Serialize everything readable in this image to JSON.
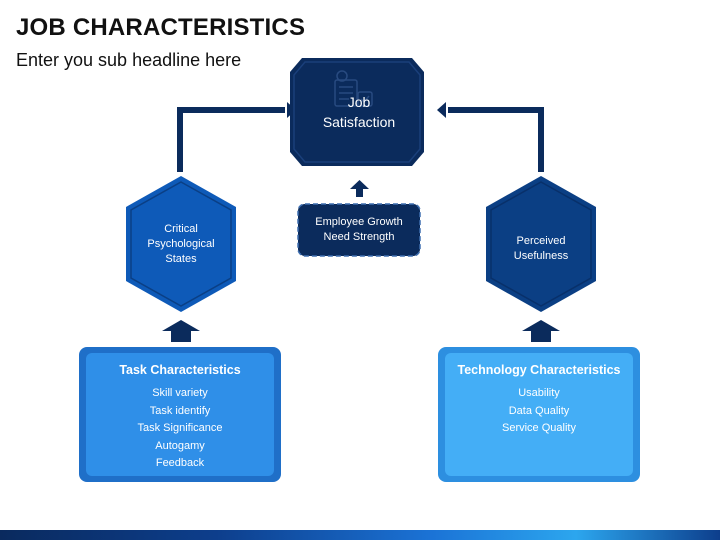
{
  "header": {
    "title": "JOB CHARACTERISTICS",
    "subtitle": "Enter you sub headline here"
  },
  "nodes": {
    "job_satisfaction": {
      "line1": "Job",
      "line2": "Satisfaction",
      "icon": "checklist-icon"
    },
    "employee_growth": {
      "line1": "Employee Growth",
      "line2": "Need Strength"
    },
    "critical_states": {
      "line1": "Critical",
      "line2": "Psychological",
      "line3": "States"
    },
    "perceived_usefulness": {
      "line1": "Perceived",
      "line2": "Usefulness"
    }
  },
  "task_box": {
    "title": "Task Characteristics",
    "items": [
      "Skill variety",
      "Task identify",
      "Task Significance",
      "Autogamy",
      "Feedback"
    ]
  },
  "tech_box": {
    "title": "Technology Characteristics",
    "items": [
      "Usability",
      "Data Quality",
      "Service Quality"
    ]
  },
  "colors": {
    "navy": "#0b2b5c",
    "mid_blue": "#0e5ab8",
    "task_box": "#2f8fe8",
    "tech_box": "#44aef6"
  }
}
